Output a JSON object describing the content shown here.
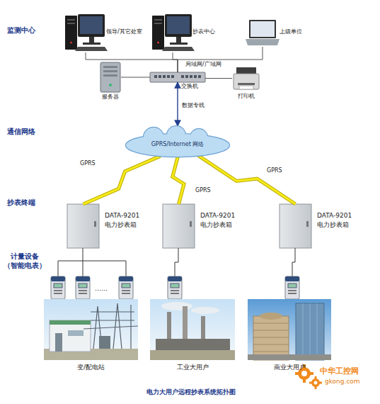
{
  "diagram": {
    "caption": "电力大用户远程抄表系统拓扑图",
    "nodes": [
      {
        "text": [
          "领导/其它处室"
        ]
      },
      {
        "text": [
          "抄表中心"
        ]
      },
      {
        "text": [
          "上级单位"
        ]
      },
      {
        "text": [
          "服务器"
        ]
      },
      {
        "text": [
          "交换机"
        ]
      },
      {
        "text": [
          "打印机"
        ]
      },
      {
        "text": [
          "GPRS/Internet 网络"
        ]
      },
      {
        "text": [
          "DATA-9201",
          "电力抄表箱"
        ]
      },
      {
        "text": [
          "DATA-9201",
          "电力抄表箱"
        ]
      },
      {
        "text": [
          "DATA-9201",
          "电力抄表箱"
        ]
      },
      {
        "text": [
          "变/配电站"
        ]
      },
      {
        "text": [
          "工业大用户"
        ]
      },
      {
        "text": [
          "商业大用户"
        ]
      }
    ],
    "edges": [
      {
        "from": 0,
        "to": 4,
        "arrow": "none"
      },
      {
        "from": 1,
        "to": 4,
        "arrow": "none"
      },
      {
        "from": 2,
        "to": 4,
        "arrow": "none"
      },
      {
        "from": 3,
        "to": 4,
        "arrow": "none"
      },
      {
        "from": 4,
        "to": 5,
        "arrow": "none"
      },
      {
        "from": 4,
        "to": 6,
        "label": "数据专线",
        "arrow": "both"
      },
      {
        "from": 6,
        "to": 7,
        "label": "GPRS",
        "arrow": "none"
      },
      {
        "from": 6,
        "to": 8,
        "label": "GPRS",
        "arrow": "none"
      },
      {
        "from": 6,
        "to": 9,
        "label": "GPRS",
        "arrow": "none"
      }
    ],
    "labels": [
      "监测中心",
      "通信网络",
      "抄表终端",
      "计量设备（智能电表）",
      "局域网/广域网",
      "……",
      "中华工控网",
      "gkong.com"
    ]
  }
}
